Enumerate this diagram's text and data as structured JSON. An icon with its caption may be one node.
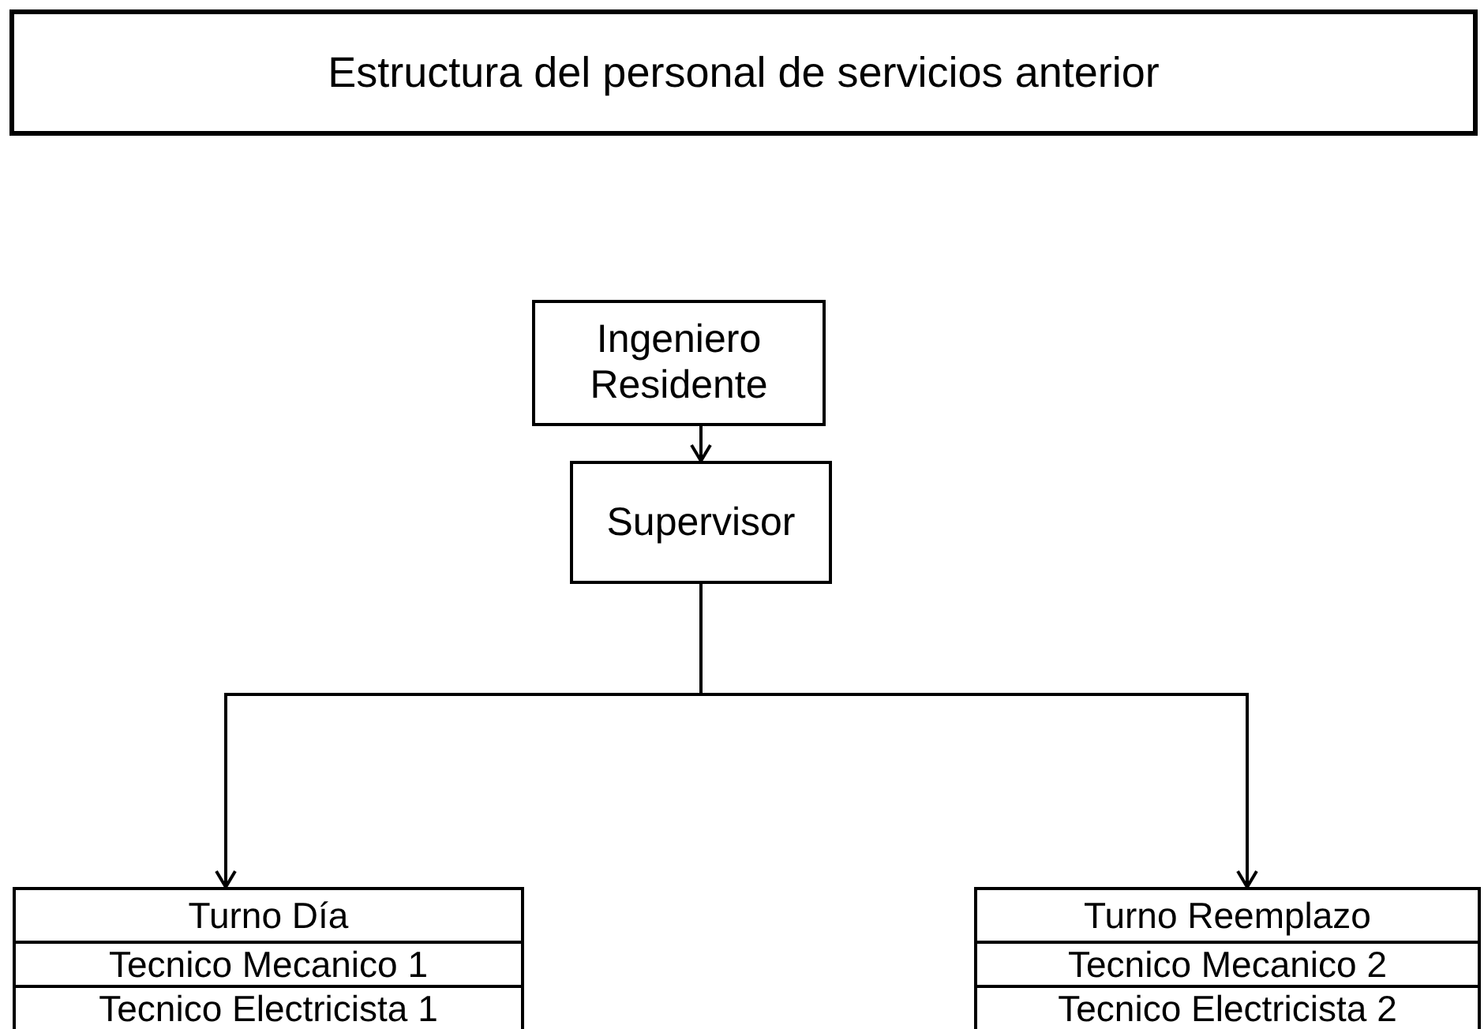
{
  "diagram": {
    "title": "Estructura del personal de servicios anterior",
    "nodes": [
      {
        "text": [
          "Ingeniero Residente"
        ]
      },
      {
        "text": [
          "Supervisor"
        ]
      },
      {
        "text": [
          "Turno Día"
        ]
      },
      {
        "text": [
          "Tecnico Mecanico 1"
        ],
        "in": 2
      },
      {
        "text": [
          "Tecnico Electricista 1"
        ],
        "in": 2
      },
      {
        "text": [
          "Turno Reemplazo"
        ]
      },
      {
        "text": [
          "Tecnico Mecanico 2"
        ],
        "in": 5
      },
      {
        "text": [
          "Tecnico Electricista 2"
        ],
        "in": 5
      }
    ],
    "edges": [
      {
        "from": 0,
        "to": 1,
        "arrow": "to"
      },
      {
        "from": 1,
        "to": 2,
        "arrow": "to"
      },
      {
        "from": 1,
        "to": 5,
        "arrow": "to"
      }
    ]
  }
}
